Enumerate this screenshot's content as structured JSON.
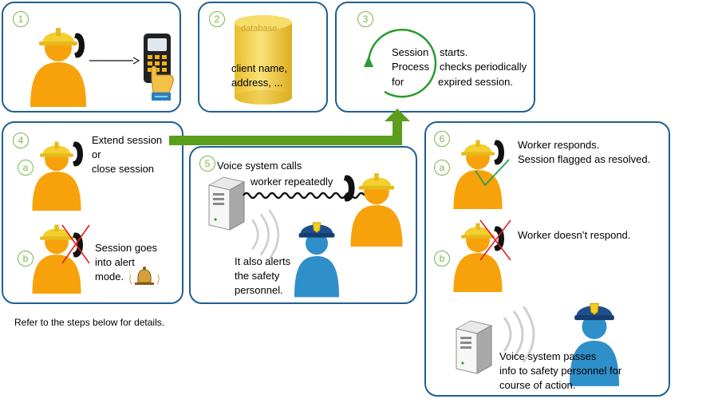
{
  "step_numbers": {
    "s1": "1",
    "s2": "2",
    "s3": "3",
    "s4": "4",
    "s4a": "a",
    "s4b": "b",
    "s5": "5",
    "s6": "6",
    "s6a": "a",
    "s6b": "b"
  },
  "step2": {
    "db_label": "database",
    "db_line1": "client name,",
    "db_line2": "address, ..."
  },
  "step3": {
    "line1_left": "Session",
    "line1_right": "starts.",
    "line2_left": "Process",
    "line2_right": "checks periodically",
    "line3_left": "for",
    "line3_right": "expired session."
  },
  "step4a": {
    "line1": "Extend session",
    "line2": "or",
    "line3": "close session"
  },
  "step4b": {
    "line1": "Session goes",
    "line2": "into alert",
    "line3": "mode."
  },
  "step5": {
    "line1": "Voice system calls",
    "line2": "worker repeatedly",
    "alert1": "It also alerts",
    "alert2": "the safety",
    "alert3": "personnel."
  },
  "step6a": {
    "line1": "Worker responds.",
    "line2": "Session flagged as resolved."
  },
  "step6b": {
    "line1": "Worker doesn’t respond."
  },
  "step6c": {
    "line1": "Voice system passes",
    "line2": "info to safety personnel for",
    "line3": "course of action."
  },
  "footer": {
    "note": "Refer to the steps below for details."
  },
  "colors": {
    "panel_border": "#1f5f93",
    "step_number": "#7ab648",
    "worker_body": "#f7a20a",
    "helmet": "#f3cf2f",
    "arrow": "#5a9e1c",
    "police_body": "#2f8fc9",
    "cancel_mark": "#e21f1f",
    "check_mark": "#27a245",
    "database": "#f2d04c"
  }
}
